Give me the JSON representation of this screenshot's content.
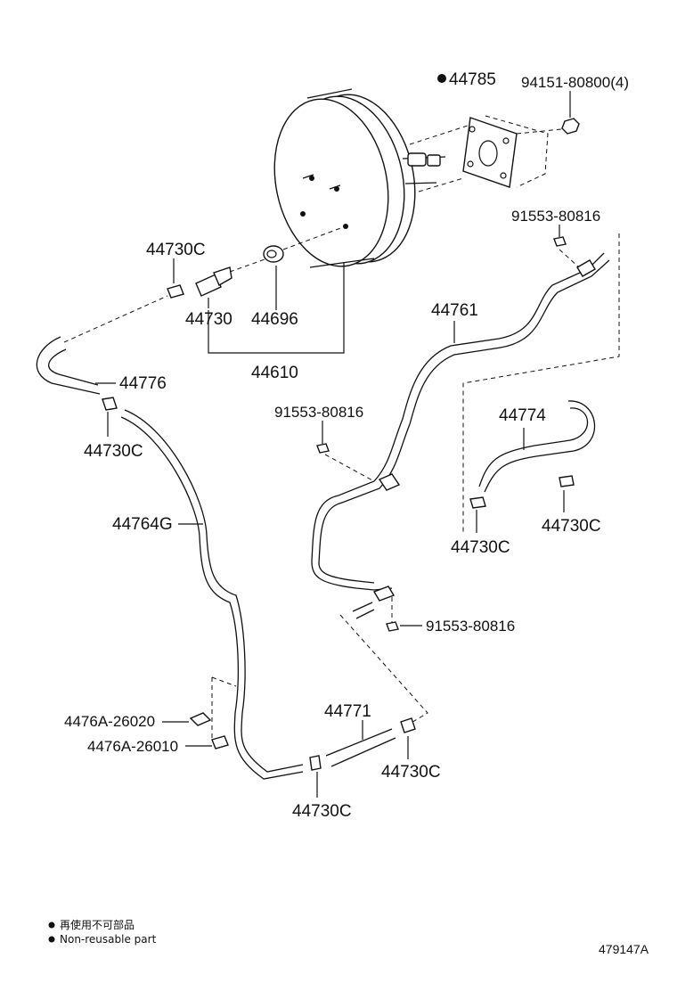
{
  "labels": {
    "p44785": "44785",
    "p94151": "94151-80800(4)",
    "p91553_top": "91553-80816",
    "p44730c_1": "44730C",
    "p44730": "44730",
    "p44696": "44696",
    "p44610": "44610",
    "p44761": "44761",
    "p44776": "44776",
    "p44730c_2": "44730C",
    "p91553_mid": "91553-80816",
    "p44774": "44774",
    "p44764g": "44764G",
    "p44730c_3": "44730C",
    "p44730c_4": "44730C",
    "p91553_low": "91553-80816",
    "p4476a_26020": "4476A-26020",
    "p4476a_26010": "4476A-26010",
    "p44771": "44771",
    "p44730c_5": "44730C",
    "p44730c_6": "44730C"
  },
  "legend": {
    "line_cn": "再使用不可部品",
    "line_en": "Non-reusable part"
  },
  "reference_code": "479147A"
}
